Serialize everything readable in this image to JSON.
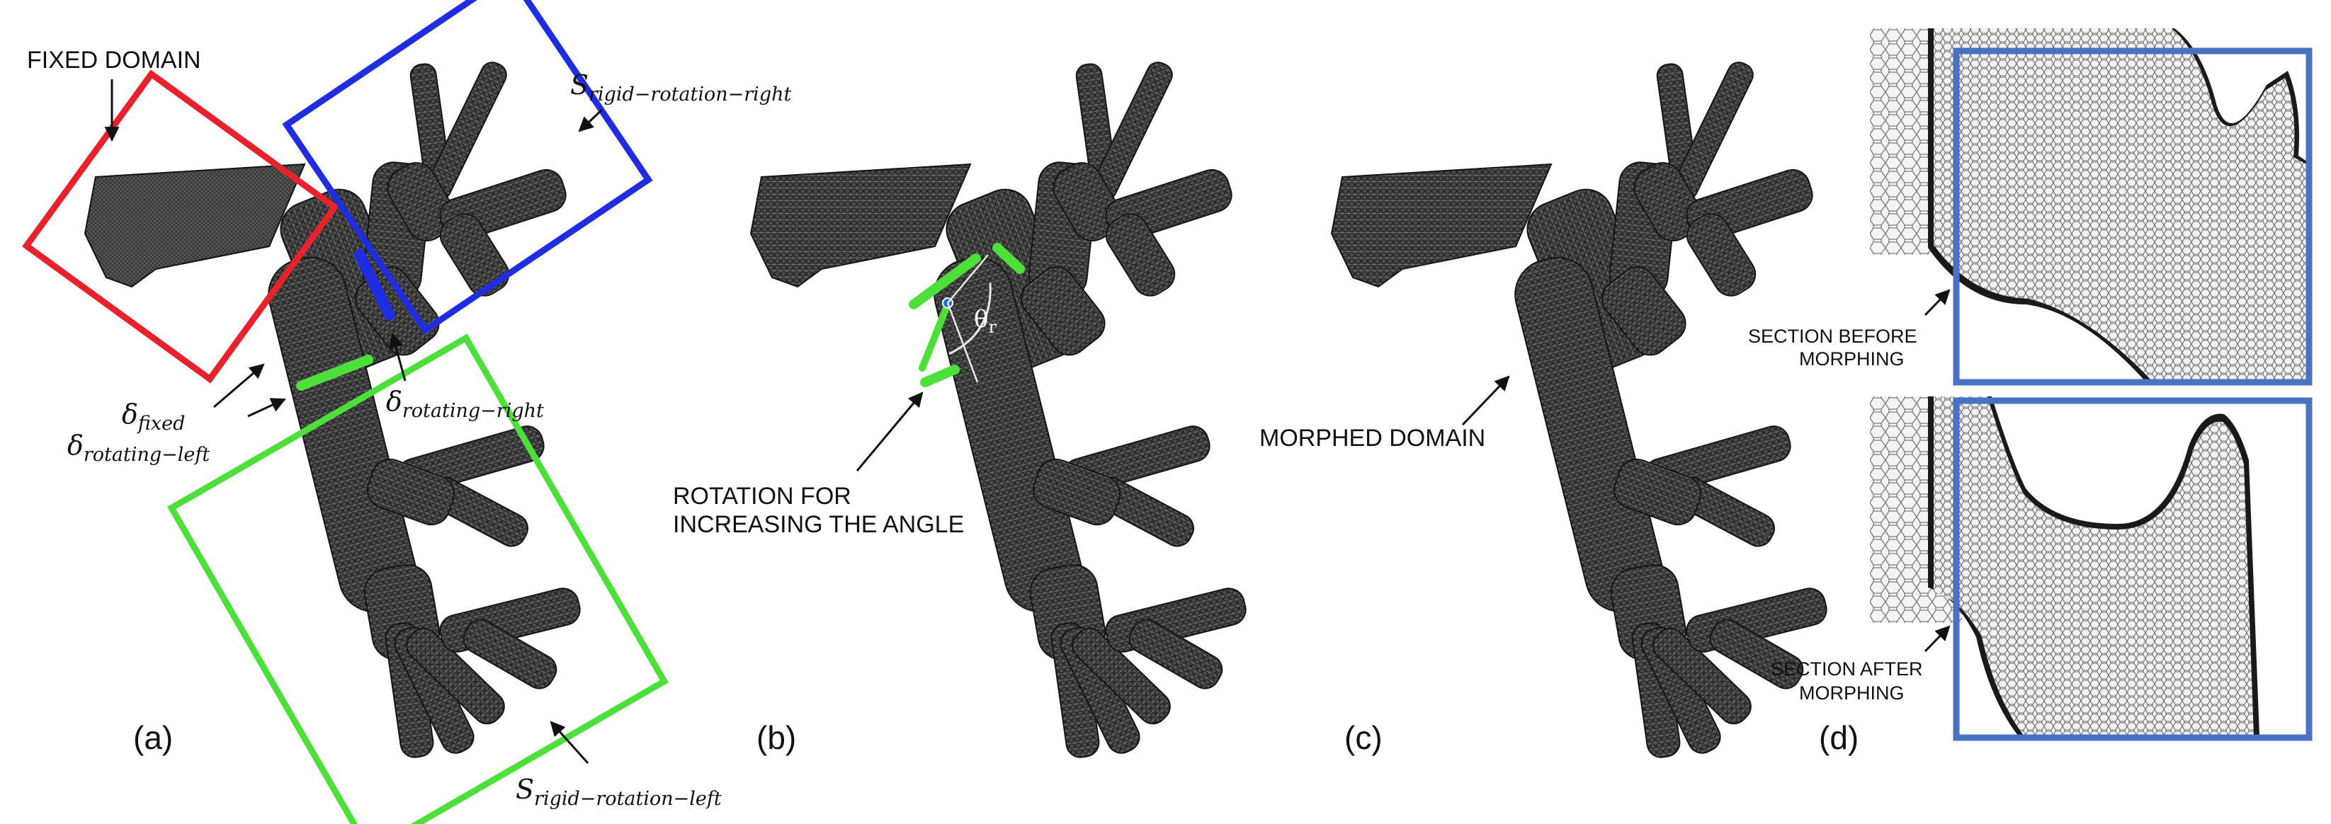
{
  "panel_labels": [
    "(a)",
    "(b)",
    "(c)",
    "(d)"
  ],
  "panel_a": {
    "fixed_domain_label": "FIXED DOMAIN",
    "s_right": {
      "base": "S",
      "sub": "rigid−rotation−right"
    },
    "s_left": {
      "base": "S",
      "sub": "rigid−rotation−left"
    },
    "delta_fixed": {
      "base": "δ",
      "sub": "fixed"
    },
    "delta_rot_left": {
      "base": "δ",
      "sub": "rotating−left"
    },
    "delta_rot_right": {
      "base": "δ",
      "sub": "rotating−right"
    },
    "colors": {
      "fixed_box": "#e8222c",
      "right_box": "#1f2de0",
      "left_box": "#4ee03a"
    }
  },
  "panel_b": {
    "rotation_label_line1": "ROTATION FOR",
    "rotation_label_line2": "INCREASING THE ANGLE",
    "theta": {
      "base": "θ",
      "sub": "r"
    },
    "colors": {
      "green_bands": "#4ee03a"
    }
  },
  "panel_c": {
    "morphed_label": "MORPHED DOMAIN"
  },
  "panel_d": {
    "before_line1": "SECTION BEFORE",
    "before_line2": "MORPHING",
    "after_line1": "SECTION AFTER",
    "after_line2": "MORPHING",
    "colors": {
      "section_box": "#4a72c4"
    }
  }
}
